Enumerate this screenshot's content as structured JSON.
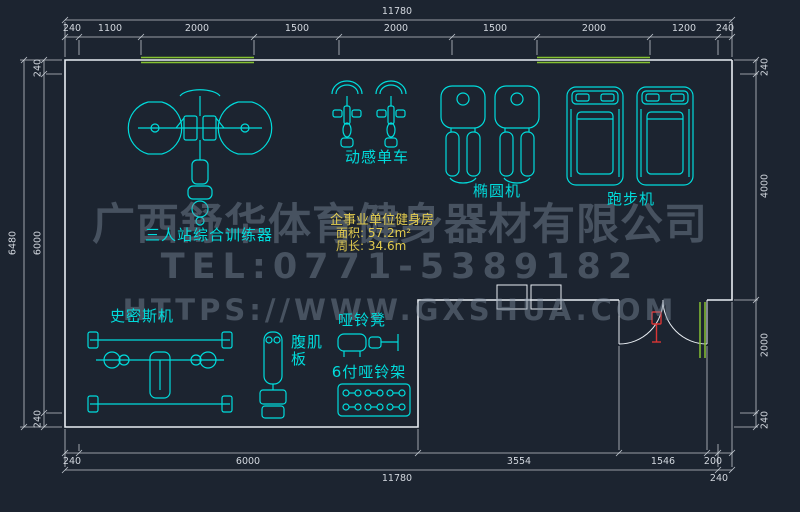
{
  "colors": {
    "background": "#1c2430",
    "wall": "#e8edf2",
    "equipment": "#00dcdc",
    "dimension_text": "#d2d7de",
    "window": "#86c232",
    "info_text": "#e3cc4e",
    "door_marker": "#d93535",
    "watermark": "#7d8a9b"
  },
  "dimensions": {
    "top": {
      "total": "11780",
      "segments": [
        "240",
        "1100",
        "2000",
        "1500",
        "2000",
        "1500",
        "2000",
        "1200",
        "240"
      ]
    },
    "left": {
      "total": "6480",
      "segments": [
        "240",
        "6000",
        "240"
      ]
    },
    "right": {
      "segments": [
        "240",
        "4000",
        "2000",
        "240"
      ]
    },
    "bottom": {
      "total": "11780",
      "segments": [
        "240",
        "6000",
        "3554",
        "1546",
        "200"
      ],
      "corner": "240"
    }
  },
  "room_info": {
    "name": "企事业单位健身房",
    "area": "面积: 57.2m²",
    "perimeter": "周长: 34.6m"
  },
  "equipment": {
    "trainer": "三人站综合训练器",
    "spin_bike": "动感单车",
    "elliptical": "椭圆机",
    "treadmill": "跑步机",
    "smith_machine": "史密斯机",
    "ab_board": "腹肌板",
    "dumbbell_bench": "哑铃凳",
    "dumbbell_rack": "6付哑铃架"
  },
  "watermark": {
    "company": "广西舒华体育健身器材有限公司",
    "tel": "TEL:0771-5389182",
    "url": "HTTPS://WWW.GXSHUA.COM"
  }
}
